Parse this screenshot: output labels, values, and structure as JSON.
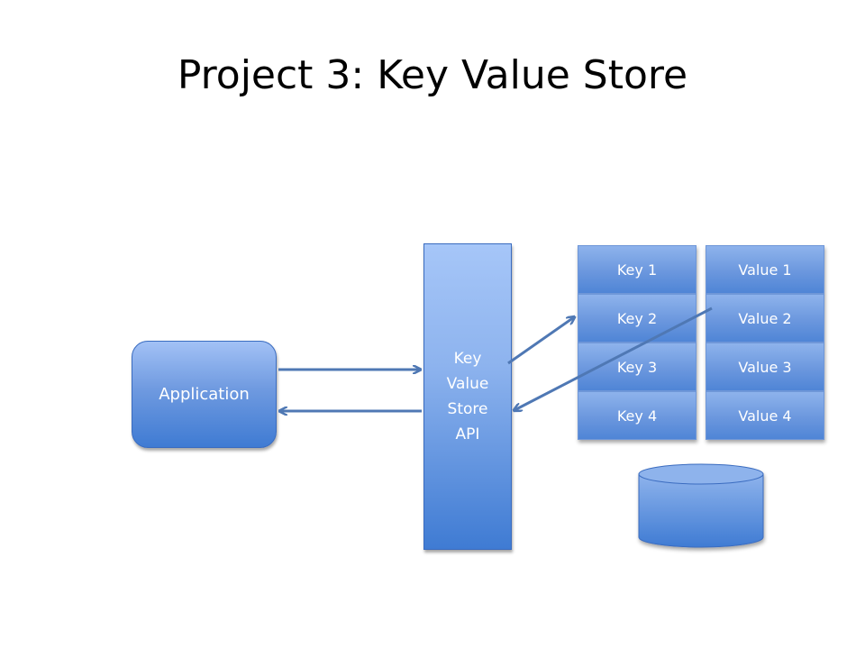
{
  "title": "Project 3: Key Value Store",
  "application": {
    "label": "Application"
  },
  "api": {
    "label": "Key\nValue\nStore\nAPI"
  },
  "keys": [
    "Key 1",
    "Key 2",
    "Key 3",
    "Key 4"
  ],
  "values": [
    "Value 1",
    "Value 2",
    "Value 3",
    "Value 4"
  ],
  "colors": {
    "box_top": "#a2c1f5",
    "box_bottom": "#3f7bd3",
    "arrow": "#4f78b4",
    "database": "#5a8ee0"
  },
  "icons": {
    "storage": "database-cylinder"
  }
}
